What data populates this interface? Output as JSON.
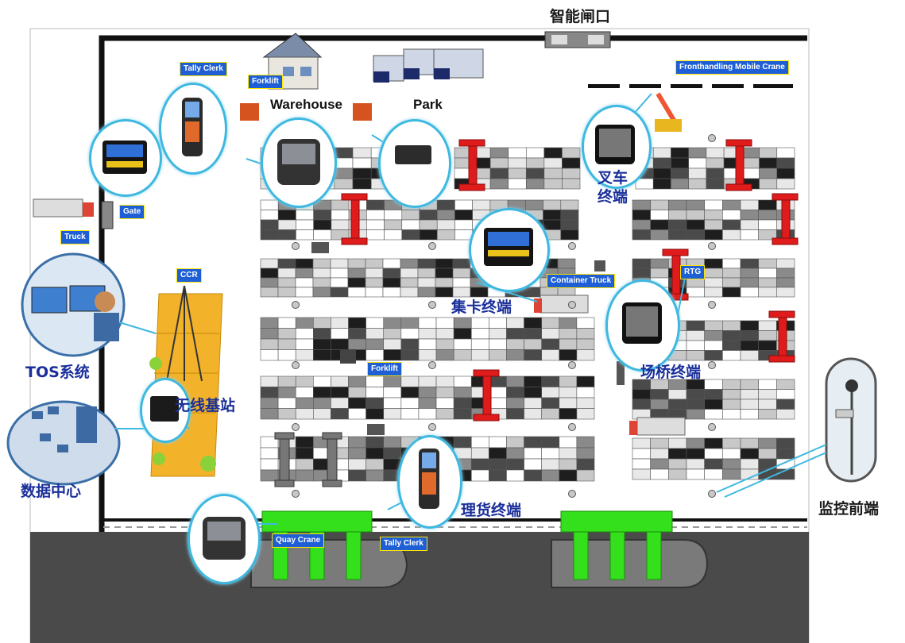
{
  "labels": {
    "gate_top": "智能闸口",
    "forklift_term": "叉车\n终端",
    "truck_term": "集卡终端",
    "rtg_term": "场桥终端",
    "tally_term": "理货终端",
    "wireless": "无线基站",
    "tos": "TOS系统",
    "datacenter": "数据中心",
    "monitor": "监控前端"
  },
  "english_labels": {
    "warehouse": "Warehouse",
    "park": "Park"
  },
  "tags": {
    "tally_clerk_top": "Tally Clerk",
    "forklift_top": "Forklift",
    "fronthandling": "Fronthandling Mobile Crane",
    "gate": "Gate",
    "truck": "Truck",
    "ccr": "CCR",
    "container_truck": "Container Truck",
    "rtg": "RTG",
    "forklift_mid": "Forklift",
    "quay_crane": "Quay Crane",
    "tally_clerk_bottom": "Tally Clerk"
  },
  "colors": {
    "tag_bg": "#1f5fd6",
    "tag_border": "#ffe600",
    "label_blue": "#1a2f9a",
    "bubble": "#3fb8e0",
    "rtg_red": "#e01b1b",
    "quay_green": "#33e01b",
    "sea": "#4a4a4a"
  }
}
